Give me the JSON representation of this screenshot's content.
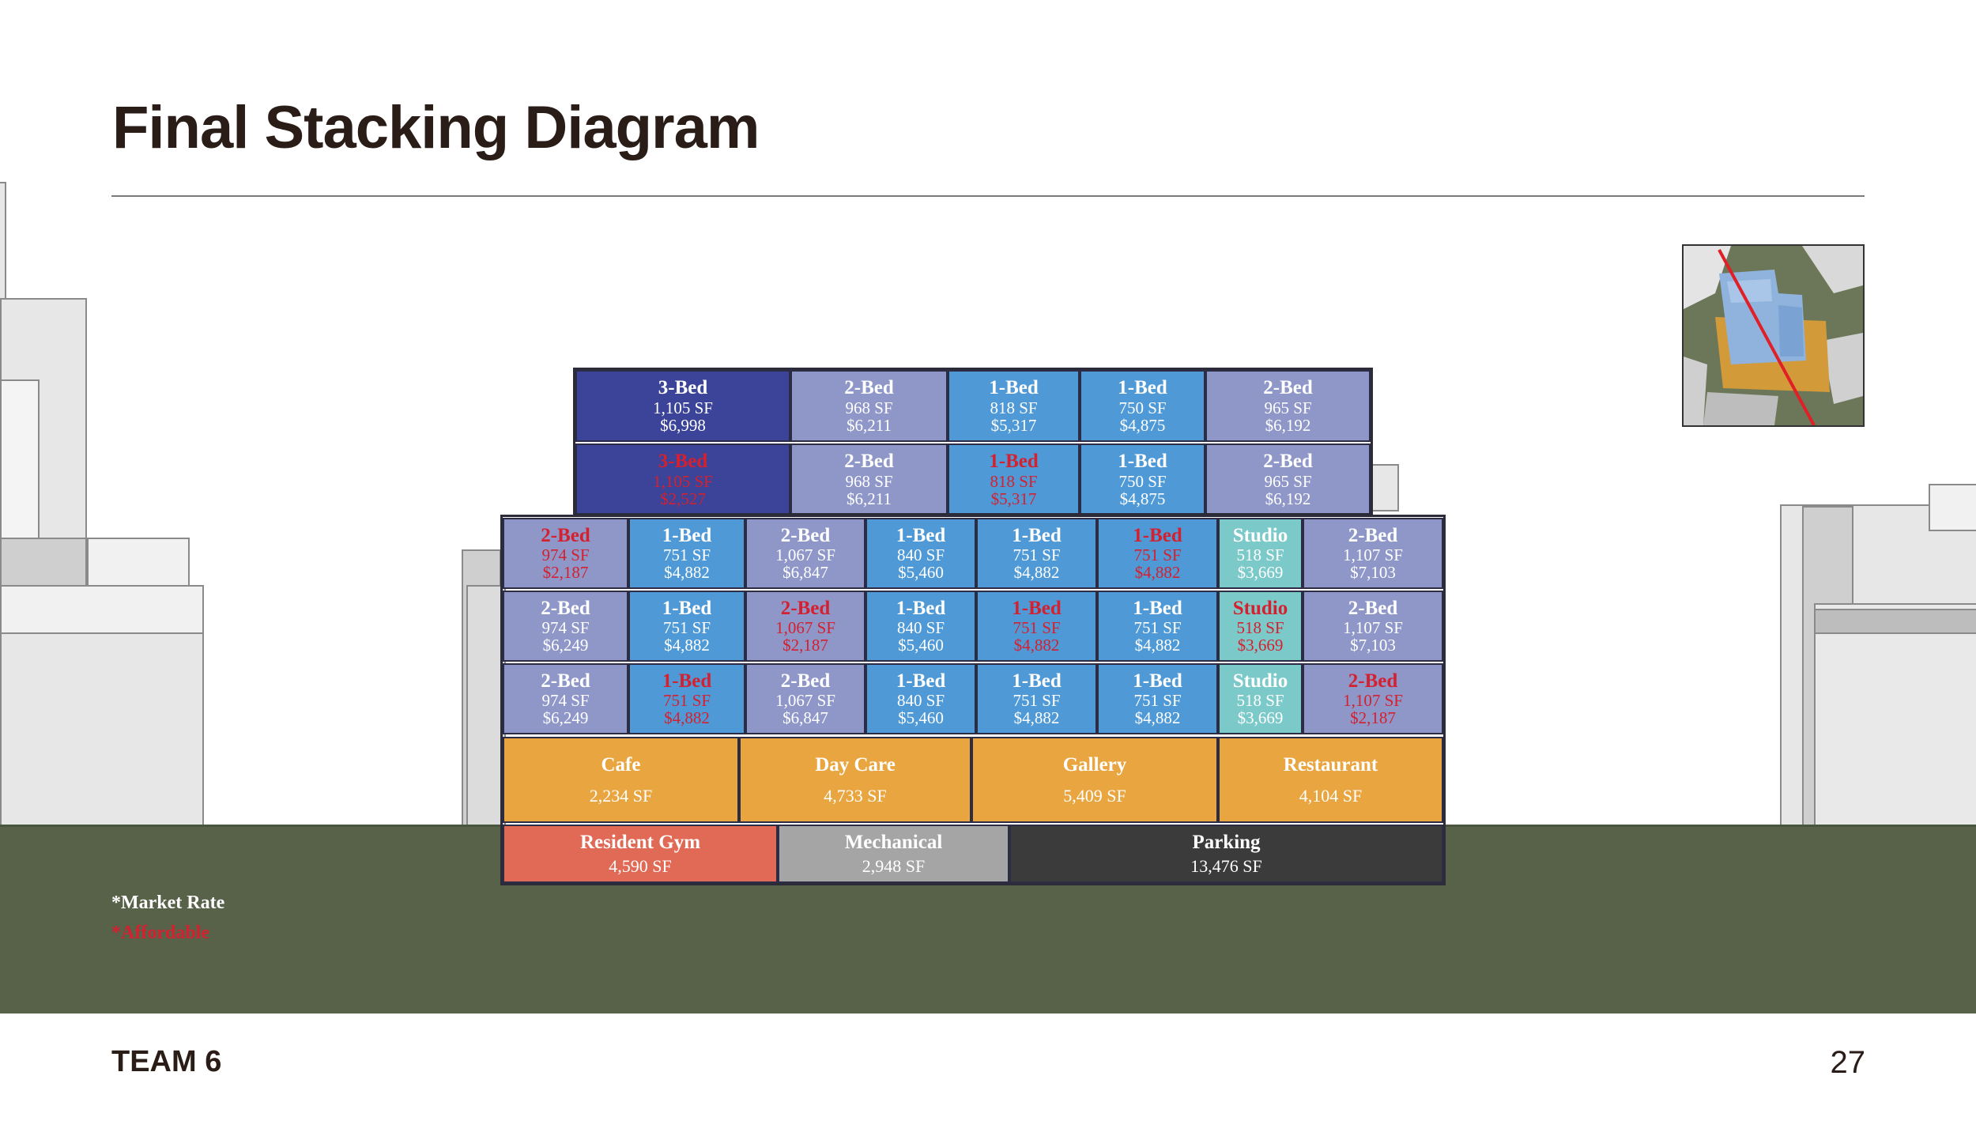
{
  "title": "Final Stacking Diagram",
  "legend": {
    "market": "*Market Rate",
    "affordable": "*Affordable"
  },
  "footer": {
    "team": "TEAM 6",
    "page": "27"
  },
  "colors": {
    "three_bed": "#3b4499",
    "two_bed": "#8e97c8",
    "one_bed": "#4f9ad6",
    "studio": "#7cc9c9",
    "retail": "#e9a640",
    "gym": "#e06a55",
    "mechanical": "#a5a5a5",
    "parking": "#3b3b3b",
    "affordable_text": "#d4202f",
    "ground": "#576249"
  },
  "rows": {
    "floor6": [
      {
        "type": "3-Bed",
        "sf": "1,105 SF",
        "price": "$6,998",
        "aff": false,
        "color": "three_bed"
      },
      {
        "type": "2-Bed",
        "sf": "968 SF",
        "price": "$6,211",
        "aff": false,
        "color": "two_bed"
      },
      {
        "type": "1-Bed",
        "sf": "818 SF",
        "price": "$5,317",
        "aff": false,
        "color": "one_bed"
      },
      {
        "type": "1-Bed",
        "sf": "750 SF",
        "price": "$4,875",
        "aff": false,
        "color": "one_bed"
      },
      {
        "type": "2-Bed",
        "sf": "965 SF",
        "price": "$6,192",
        "aff": false,
        "color": "two_bed"
      }
    ],
    "floor5": [
      {
        "type": "3-Bed",
        "sf": "1,105 SF",
        "price": "$2,527",
        "aff": true,
        "color": "three_bed"
      },
      {
        "type": "2-Bed",
        "sf": "968 SF",
        "price": "$6,211",
        "aff": false,
        "color": "two_bed"
      },
      {
        "type": "1-Bed",
        "sf": "818 SF",
        "price": "$5,317",
        "aff": true,
        "color": "one_bed"
      },
      {
        "type": "1-Bed",
        "sf": "750 SF",
        "price": "$4,875",
        "aff": false,
        "color": "one_bed"
      },
      {
        "type": "2-Bed",
        "sf": "965 SF",
        "price": "$6,192",
        "aff": false,
        "color": "two_bed"
      }
    ],
    "floor4": [
      {
        "type": "2-Bed",
        "sf": "974 SF",
        "price": "$2,187",
        "aff": true,
        "color": "two_bed"
      },
      {
        "type": "1-Bed",
        "sf": "751 SF",
        "price": "$4,882",
        "aff": false,
        "color": "one_bed"
      },
      {
        "type": "2-Bed",
        "sf": "1,067 SF",
        "price": "$6,847",
        "aff": false,
        "color": "two_bed"
      },
      {
        "type": "1-Bed",
        "sf": "840 SF",
        "price": "$5,460",
        "aff": false,
        "color": "one_bed"
      },
      {
        "type": "1-Bed",
        "sf": "751 SF",
        "price": "$4,882",
        "aff": false,
        "color": "one_bed"
      },
      {
        "type": "1-Bed",
        "sf": "751 SF",
        "price": "$4,882",
        "aff": true,
        "color": "one_bed"
      },
      {
        "type": "Studio",
        "sf": "518 SF",
        "price": "$3,669",
        "aff": false,
        "color": "studio"
      },
      {
        "type": "2-Bed",
        "sf": "1,107 SF",
        "price": "$7,103",
        "aff": false,
        "color": "two_bed"
      }
    ],
    "floor3": [
      {
        "type": "2-Bed",
        "sf": "974 SF",
        "price": "$6,249",
        "aff": false,
        "color": "two_bed"
      },
      {
        "type": "1-Bed",
        "sf": "751 SF",
        "price": "$4,882",
        "aff": false,
        "color": "one_bed"
      },
      {
        "type": "2-Bed",
        "sf": "1,067 SF",
        "price": "$2,187",
        "aff": true,
        "color": "two_bed"
      },
      {
        "type": "1-Bed",
        "sf": "840 SF",
        "price": "$5,460",
        "aff": false,
        "color": "one_bed"
      },
      {
        "type": "1-Bed",
        "sf": "751 SF",
        "price": "$4,882",
        "aff": true,
        "color": "one_bed"
      },
      {
        "type": "1-Bed",
        "sf": "751 SF",
        "price": "$4,882",
        "aff": false,
        "color": "one_bed"
      },
      {
        "type": "Studio",
        "sf": "518 SF",
        "price": "$3,669",
        "aff": true,
        "color": "studio"
      },
      {
        "type": "2-Bed",
        "sf": "1,107 SF",
        "price": "$7,103",
        "aff": false,
        "color": "two_bed"
      }
    ],
    "floor2": [
      {
        "type": "2-Bed",
        "sf": "974 SF",
        "price": "$6,249",
        "aff": false,
        "color": "two_bed"
      },
      {
        "type": "1-Bed",
        "sf": "751 SF",
        "price": "$4,882",
        "aff": true,
        "color": "one_bed"
      },
      {
        "type": "2-Bed",
        "sf": "1,067 SF",
        "price": "$6,847",
        "aff": false,
        "color": "two_bed"
      },
      {
        "type": "1-Bed",
        "sf": "840 SF",
        "price": "$5,460",
        "aff": false,
        "color": "one_bed"
      },
      {
        "type": "1-Bed",
        "sf": "751 SF",
        "price": "$4,882",
        "aff": false,
        "color": "one_bed"
      },
      {
        "type": "1-Bed",
        "sf": "751 SF",
        "price": "$4,882",
        "aff": false,
        "color": "one_bed"
      },
      {
        "type": "Studio",
        "sf": "518 SF",
        "price": "$3,669",
        "aff": false,
        "color": "studio"
      },
      {
        "type": "2-Bed",
        "sf": "1,107 SF",
        "price": "$2,187",
        "aff": true,
        "color": "two_bed"
      }
    ],
    "ground_floor": [
      {
        "type": "Cafe",
        "sf": "2,234 SF",
        "color": "retail"
      },
      {
        "type": "Day Care",
        "sf": "4,733 SF",
        "color": "retail"
      },
      {
        "type": "Gallery",
        "sf": "5,409 SF",
        "color": "retail"
      },
      {
        "type": "Restaurant",
        "sf": "4,104 SF",
        "color": "retail"
      }
    ],
    "basement": [
      {
        "type": "Resident Gym",
        "sf": "4,590 SF",
        "color": "gym"
      },
      {
        "type": "Mechanical",
        "sf": "2,948 SF",
        "color": "mechanical"
      },
      {
        "type": "Parking",
        "sf": "13,476 SF",
        "color": "parking"
      }
    ]
  }
}
